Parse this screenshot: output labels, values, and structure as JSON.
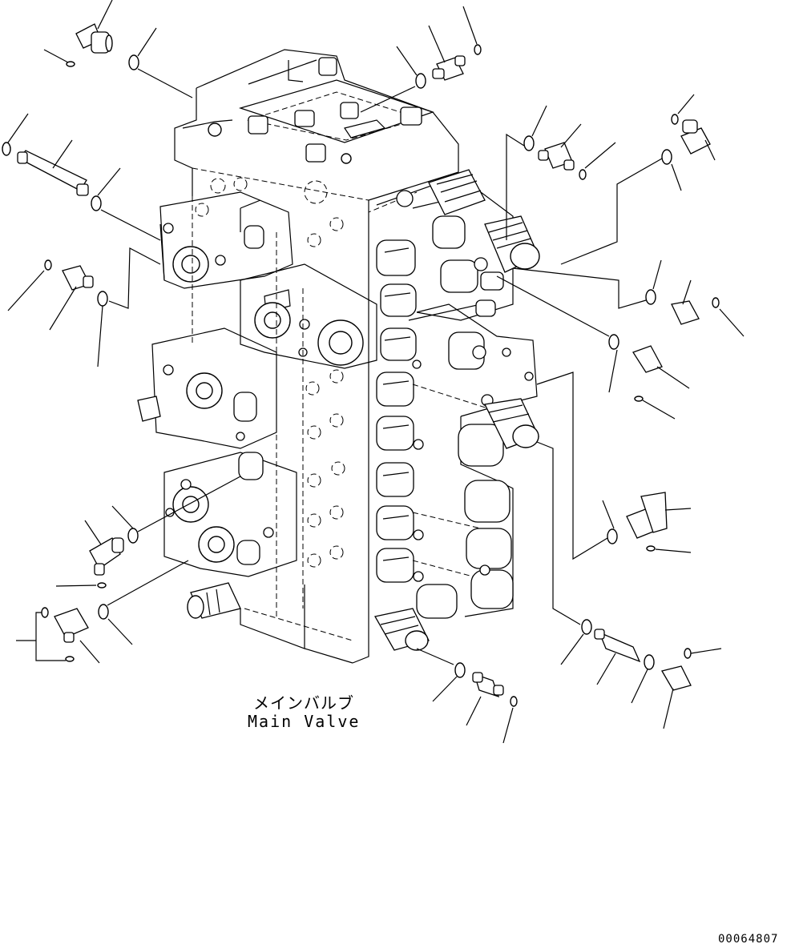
{
  "diagram": {
    "label_jp": "メインバルブ",
    "label_en": "Main Valve",
    "document_number": "00064807"
  }
}
